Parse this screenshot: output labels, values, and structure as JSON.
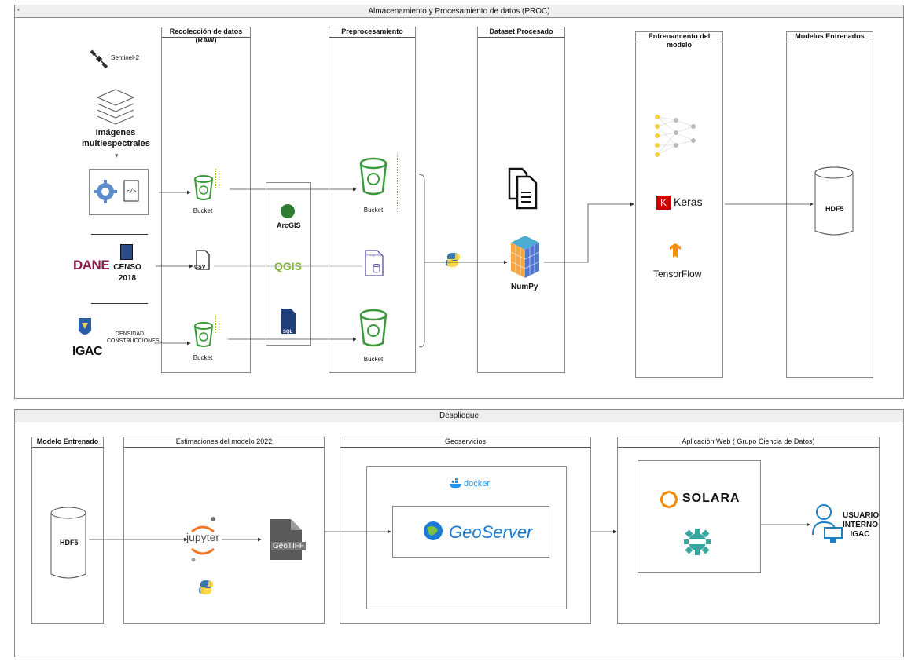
{
  "top_section": {
    "title": "Almacenamiento y  Procesamiento de datos (PROC)",
    "lanes": {
      "raw": "Recolección de datos (RAW)",
      "pre": "Preprocesamiento",
      "dataset": "Dataset Procesado",
      "training": "Entrenamiento del modelo",
      "models": "Modelos Entrenados"
    },
    "sources": {
      "sentinel": "Sentinel-2",
      "multispectral": "Imágenes multiespectrales",
      "dane": "DANE",
      "censo": "CENSO 2018",
      "igac": "IGAC",
      "densidad": "DENSIDAD CONSTRUCCIONES"
    },
    "raw": {
      "bucket1": "Bucket",
      "csv": "CSV",
      "bucket2": "Bucket"
    },
    "tools": {
      "arcgis": "ArcGIS",
      "qgis": "QGIS",
      "sql": "SQL"
    },
    "pre": {
      "bucket1": "Bucket",
      "postgres": "PostgreSQL",
      "bucket2": "Bucket"
    },
    "dataset": {
      "numpy": "NumPy"
    },
    "training": {
      "keras": "Keras",
      "tensorflow": "TensorFlow",
      "keras_badge": "K"
    },
    "models": {
      "hdf5": "HDF5"
    }
  },
  "bottom_section": {
    "title": "Despliegue",
    "lanes": {
      "model": "Modelo Entrenado",
      "estimates": "Estimaciones del modelo 2022",
      "geo": "Geoservicios",
      "webapp": "Aplicación Web ( Grupo Ciencia de Datos)"
    },
    "model": {
      "hdf5": "HDF5"
    },
    "estimates": {
      "jupyter": "jupyter",
      "geotiff": "GeoTIFF"
    },
    "geo": {
      "docker": "docker",
      "geoserver": "GeoServer"
    },
    "webapp": {
      "solara": "SOLARA",
      "user": "USUARIO INTERNO IGAC"
    }
  },
  "colors": {
    "border": "#8a8a8a",
    "bucket_green": "#3a9a3a",
    "keras_red": "#d00000",
    "tf_orange": "#ff8f00",
    "qgis_green": "#7fb336",
    "geoserver_blue": "#1b7bd4",
    "docker_blue": "#2496ed",
    "solara_orange": "#f28a00",
    "arcgis_green": "#2e7d32",
    "python_blue": "#3776ab",
    "python_yellow": "#ffd43b"
  }
}
